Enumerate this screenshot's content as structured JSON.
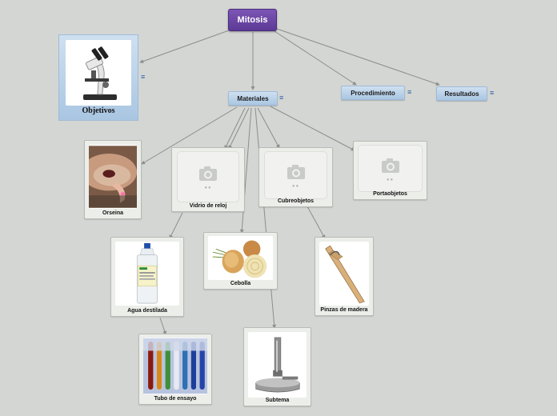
{
  "map": {
    "root": "Mitosis",
    "topics": {
      "objetivos": "Objetivos",
      "materiales": "Materiales",
      "procedimiento": "Procedimiento",
      "resultados": "Resultados"
    },
    "menu_glyph": "≡",
    "materials": {
      "orseina": "Orseina",
      "vidrio_reloj": "Vidrio de reloj",
      "cubreobjetos": "Cubreobjetos",
      "portaobjetos": "Portaobjetos",
      "agua_destilada": "Agua destilada",
      "cebolla": "Cebolla",
      "pinzas": "Pinzas de madera",
      "tubo_ensayo": "Tubo de ensayo",
      "subtema": "Subtema"
    }
  },
  "colors": {
    "root_fill": "#6a45a6",
    "topic_fill": "#b9d1e9",
    "link": "#8c8e8b",
    "menu_icon": "#2b5fa8"
  },
  "icons": {
    "placeholder": "camera-icon",
    "menu": "menu-lines-icon"
  }
}
